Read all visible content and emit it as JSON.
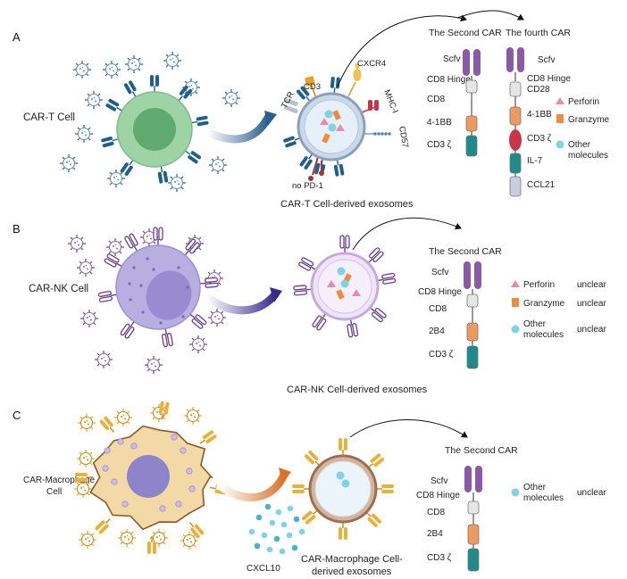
{
  "panels": {
    "a": {
      "letter": "A",
      "cell_label": "CAR-T Cell",
      "exosome_label": "CAR-T Cell-derived exosomes",
      "surface": {
        "cd3": "CD3",
        "cxcr4": "CXCR4",
        "tcr": "TCR",
        "mhc1": "MHC-I",
        "cd57": "CD57",
        "pd1": "no PD-1"
      },
      "second_car": {
        "title": "The Second CAR",
        "scfv": "Scfv",
        "hinge": "CD8 Hinge",
        "cd8": "CD8",
        "costim": "4-1BB",
        "cd3z": "CD3 ζ"
      },
      "fourth_car": {
        "title": "The fourth CAR",
        "scfv": "Scfv",
        "hinge": "CD8 Hinge",
        "cd28": "CD28",
        "costim": "4-1BB",
        "cd3z": "CD3 ζ",
        "il7": "IL-7",
        "ccl21": "CCL21"
      },
      "legend": {
        "perforin": "Perforin",
        "granzyme": "Granzyme",
        "other_1": "Other",
        "other_2": "molecules"
      }
    },
    "b": {
      "letter": "B",
      "cell_label": "CAR-NK Cell",
      "exosome_label": "CAR-NK Cell-derived exosomes",
      "second_car": {
        "title": "The Second CAR",
        "scfv": "Scfv",
        "hinge": "CD8 Hinge",
        "cd8": "CD8",
        "costim": "2B4",
        "cd3z": "CD3 ζ"
      },
      "legend": {
        "perforin": "Perforin",
        "granzyme": "Granzyme",
        "other_1": "Other",
        "other_2": "molecules",
        "status": "unclear"
      }
    },
    "c": {
      "letter": "C",
      "cell_label_1": "CAR-Macrophage",
      "cell_label_2": "Cell",
      "cxcl10": "CXCL10",
      "exosome_label_1": "CAR-Macrophage Cell-",
      "exosome_label_2": "derived exosomes",
      "second_car": {
        "title": "The Second CAR",
        "scfv": "Scfv",
        "hinge": "CD8 Hinge",
        "cd8": "CD8",
        "costim": "2B4",
        "cd3z": "CD3 ζ"
      },
      "legend": {
        "other_1": "Other",
        "other_2": "molecules",
        "status": "unclear"
      }
    }
  },
  "colors": {
    "car_t_cell": "#9ed3a6",
    "car_t_nucleus": "#5faa6e",
    "nk_cell": "#b8aee0",
    "nk_nucleus": "#9a8ad0",
    "macrophage": "#f3d9a6",
    "macrophage_nucleus": "#8e84c9",
    "receptor_blue": "#1f5f8b",
    "receptor_purple": "#6a3f8a",
    "receptor_yellow": "#e8b23a",
    "scfv": "#8a5aa6",
    "hinge": "#e6e6e6",
    "costim": "#ee9a5e",
    "cd3z": "#1f8a8a",
    "il7": "#1f8a8a",
    "ccl21": "#c9cde0",
    "cd3z_4th": "#c8364a",
    "perforin": "#e889b3",
    "granzyme": "#f08a3c",
    "other": "#7fd3e8"
  }
}
